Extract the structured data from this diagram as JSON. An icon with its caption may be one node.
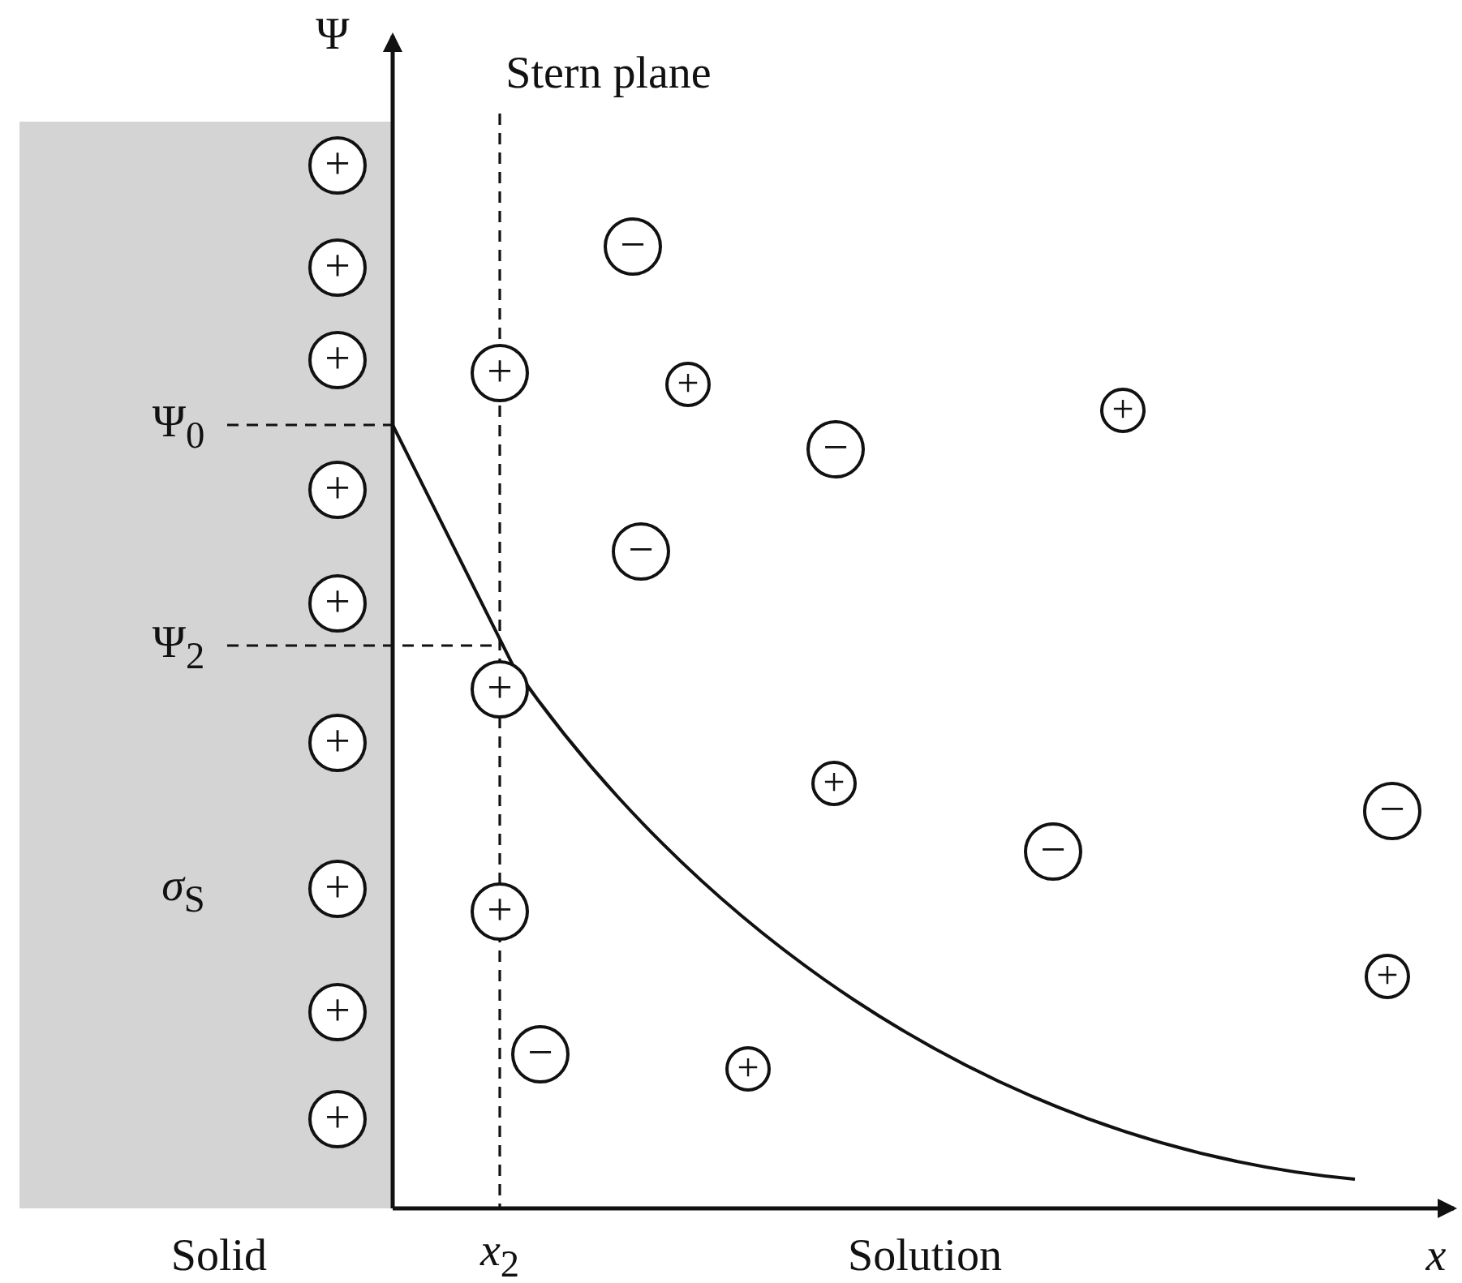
{
  "diagram": {
    "nodes": [
      {
        "text": [
          "+"
        ]
      },
      {
        "text": [
          "−"
        ]
      },
      {
        "text": [
          "+"
        ]
      },
      {
        "text": [
          "+"
        ]
      },
      {
        "text": [
          "+"
        ]
      },
      {
        "text": [
          "+"
        ]
      },
      {
        "text": [
          "−"
        ]
      },
      {
        "text": [
          "+"
        ]
      },
      {
        "text": [
          "−"
        ]
      },
      {
        "text": [
          "+"
        ]
      },
      {
        "text": [
          "+"
        ]
      },
      {
        "text": [
          "+"
        ]
      },
      {
        "text": [
          "+"
        ]
      },
      {
        "text": [
          "−"
        ]
      },
      {
        "text": [
          "−"
        ]
      },
      {
        "text": [
          "+"
        ]
      },
      {
        "text": [
          "+"
        ]
      },
      {
        "text": [
          "+"
        ]
      },
      {
        "text": [
          "+"
        ]
      },
      {
        "text": [
          "−"
        ]
      },
      {
        "text": [
          "+"
        ]
      },
      {
        "text": [
          "+"
        ]
      },
      {
        "text": [
          "+"
        ]
      }
    ],
    "edges": [],
    "labels": [
      "Ψ",
      "Stern plane",
      "Ψ$_{0}$",
      "Ψ$_{2}$",
      "*σ*$_{S}$",
      "Solid",
      "*x*$_{2}$",
      "Solution",
      "x"
    ]
  }
}
